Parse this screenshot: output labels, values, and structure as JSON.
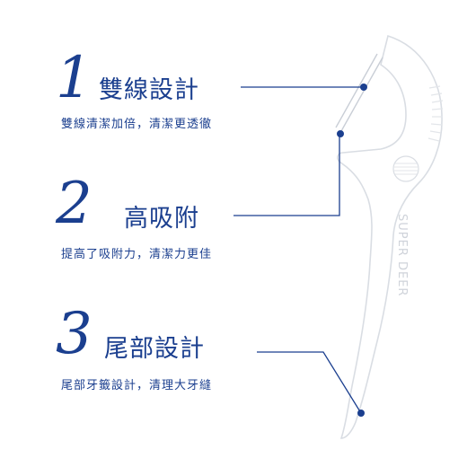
{
  "features": [
    {
      "number": "1",
      "title": "雙線設計",
      "subtitle": "雙線清潔加倍，清潔更透徹"
    },
    {
      "number": "2",
      "title": "高吸附",
      "subtitle": "提高了吸附力，清潔力更佳"
    },
    {
      "number": "3",
      "title": "尾部設計",
      "subtitle": "尾部牙籤設計，清理大牙縫"
    }
  ],
  "product": {
    "brand": "SUPER DEER"
  },
  "colors": {
    "accent": "#1b3f8f",
    "product": "#ffffff",
    "product_outline": "#d9dde3"
  }
}
